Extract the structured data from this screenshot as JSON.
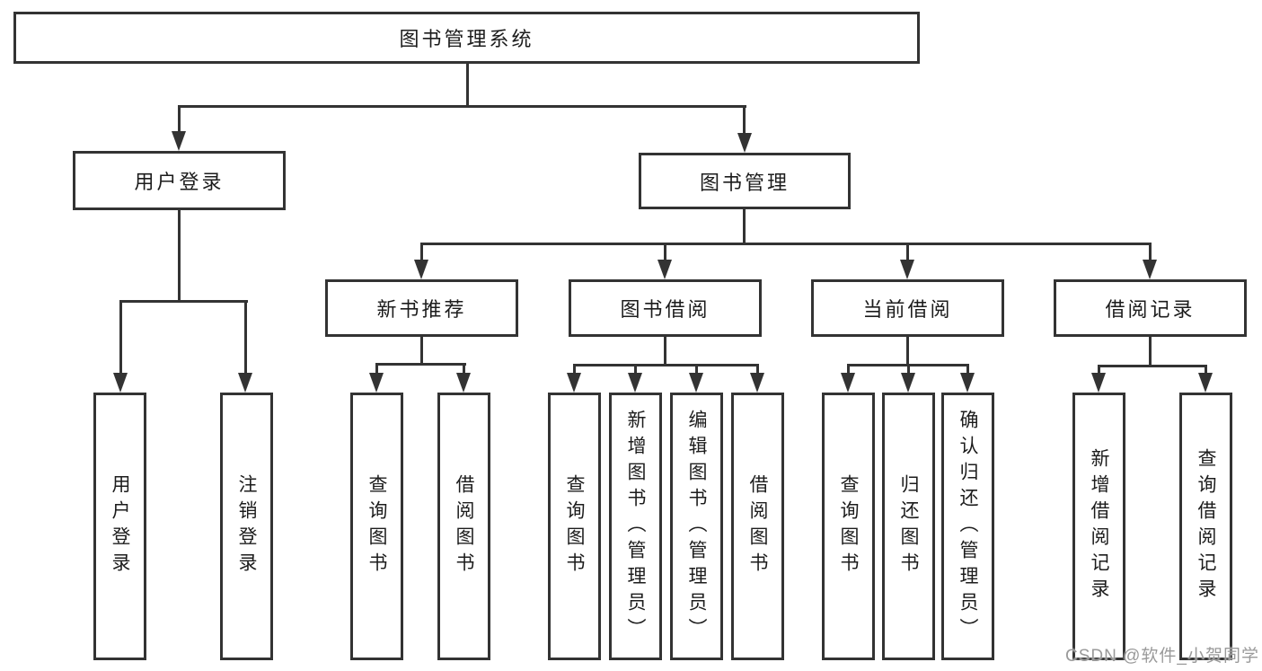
{
  "diagram": {
    "root": {
      "label": "图书管理系统"
    },
    "branches": [
      {
        "label": "用户登录",
        "children": [
          {
            "label": "用户登录"
          },
          {
            "label": "注销登录"
          }
        ]
      },
      {
        "label": "图书管理",
        "sections": [
          {
            "label": "新书推荐",
            "children": [
              {
                "label": "查询图书"
              },
              {
                "label": "借阅图书"
              }
            ]
          },
          {
            "label": "图书借阅",
            "children": [
              {
                "label": "查询图书"
              },
              {
                "label": "新增图书（管理员）"
              },
              {
                "label": "编辑图书（管理员）"
              },
              {
                "label": "借阅图书"
              }
            ]
          },
          {
            "label": "当前借阅",
            "children": [
              {
                "label": "查询图书"
              },
              {
                "label": "归还图书"
              },
              {
                "label": "确认归还（管理员）"
              }
            ]
          },
          {
            "label": "借阅记录",
            "children": [
              {
                "label": "新增借阅记录"
              },
              {
                "label": "查询借阅记录"
              }
            ]
          }
        ]
      }
    ],
    "watermark": "CSDN @软件_小贺同学"
  },
  "colors": {
    "line": "#333333",
    "text": "#1c1c1c",
    "background": "#ffffff",
    "watermark": "#9a9a9a"
  }
}
